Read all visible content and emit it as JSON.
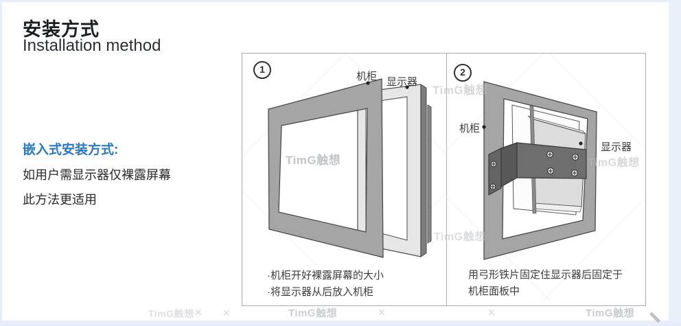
{
  "header": {
    "title_zh": "安装方式",
    "title_en": "Installation method"
  },
  "note": {
    "heading": "嵌入式安装方式:",
    "line1": "如用户需显示器仅裸露屏幕",
    "line2": "此方法更适用"
  },
  "panels": [
    {
      "number": "1",
      "cabinet_label": "机柜",
      "display_label": "显示器",
      "caption_line1": "·机柜开好裸露屏幕的大小",
      "caption_line2": "·将显示器从后放入机柜"
    },
    {
      "number": "2",
      "cabinet_label": "机柜",
      "display_label": "显示器",
      "caption_line1": "用弓形铁片固定住显示器后固定于",
      "caption_line2": "机柜面板中"
    }
  ],
  "watermark": {
    "text": "TimG触想",
    "x_mark": "✕"
  },
  "colors": {
    "accent_blue": "#2d78bd",
    "cabinet_gray": "#a5a5a5",
    "display_light": "#e6e6e6",
    "screen_white": "#ffffff",
    "bracket_gray": "#6e6e6e",
    "outline_dark": "#4a4a4a",
    "frame_blue": "#e8eef9"
  }
}
